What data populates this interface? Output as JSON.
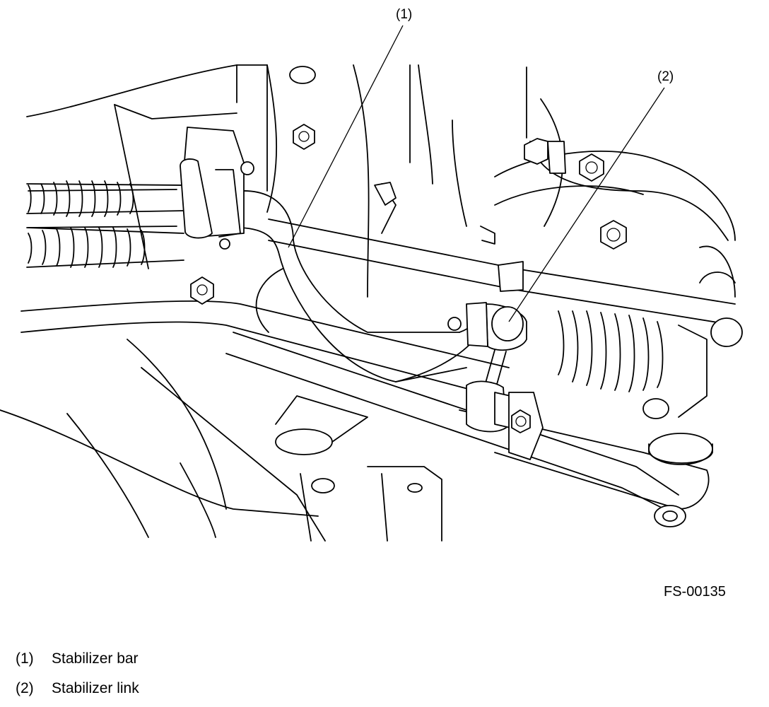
{
  "figure": {
    "callouts": {
      "c1": "(1)",
      "c2": "(2)"
    },
    "code": "FS-00135"
  },
  "legend": [
    {
      "number": "(1)",
      "label": "Stabilizer bar"
    },
    {
      "number": "(2)",
      "label": "Stabilizer link"
    }
  ]
}
